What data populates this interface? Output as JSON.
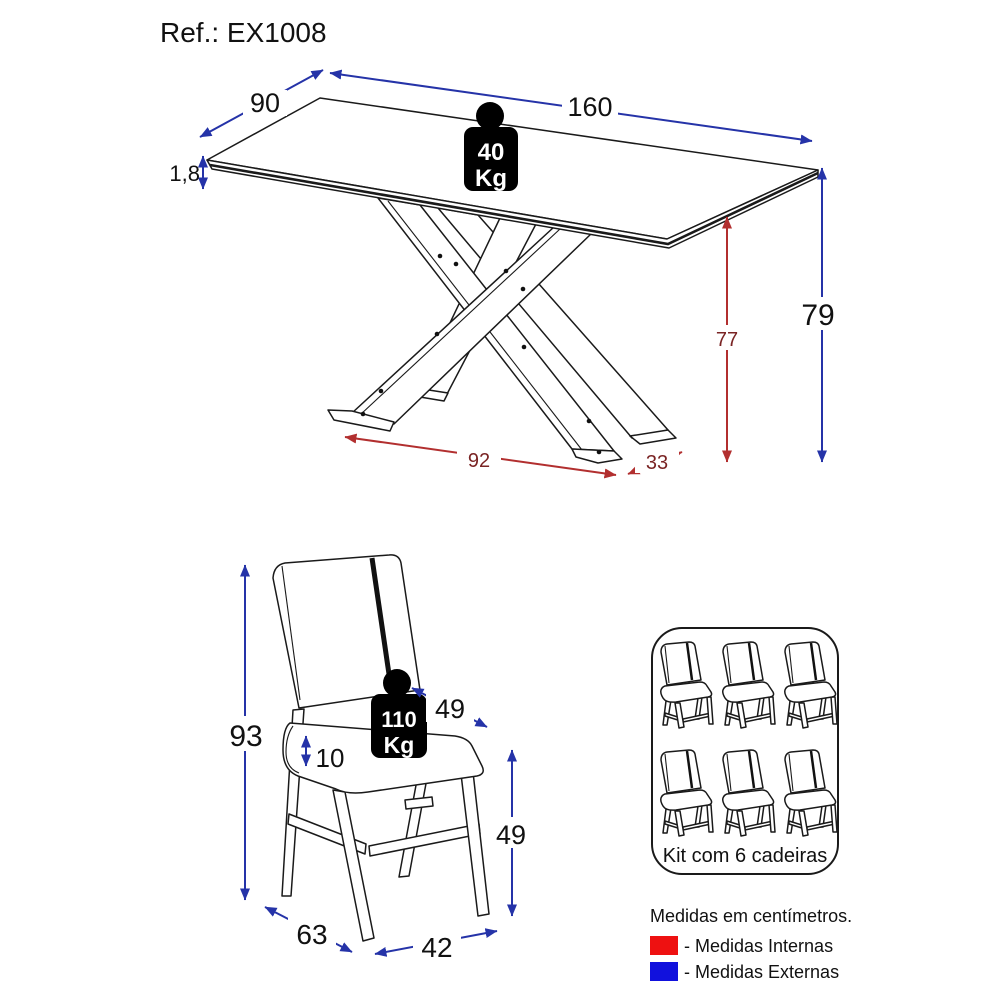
{
  "title": "Ref.: EX1008",
  "table": {
    "weight_value": "40",
    "weight_unit": "Kg",
    "dim_length": "160",
    "dim_width": "90",
    "dim_top_thickness": "1,8",
    "dim_height": "79",
    "dim_internal_height": "77",
    "dim_base_length": "92",
    "dim_base_depth": "33"
  },
  "chair": {
    "weight_value": "110",
    "weight_unit": "Kg",
    "dim_height": "93",
    "dim_seat_depth": "49",
    "dim_seat_thickness": "10",
    "dim_seat_height": "49",
    "dim_depth": "63",
    "dim_width": "42"
  },
  "kit": {
    "label": "Kit com 6 cadeiras",
    "chair_count": 6
  },
  "legend": {
    "title": "Medidas em centímetros.",
    "items": [
      {
        "color": "#ee1111",
        "label": "- Medidas Internas"
      },
      {
        "color": "#1111dd",
        "label": "- Medidas Externas"
      }
    ]
  },
  "colors": {
    "external": "#2533a8",
    "internal": "#b22f2f",
    "internal_label": "#7a2424",
    "line": "#1a1a1a"
  }
}
